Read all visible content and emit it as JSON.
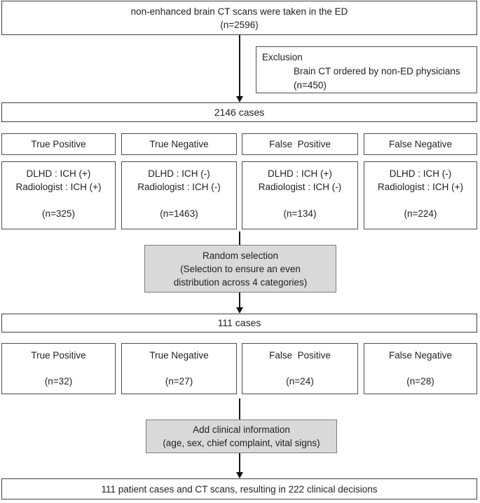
{
  "diagram": {
    "top_box": {
      "line1": "non-enhanced brain CT scans were taken in the ED",
      "line2": "(n=2596)"
    },
    "exclusion_box": {
      "title": "Exclusion",
      "reason": "Brain CT ordered by non-ED physicians",
      "n": "(n=450)"
    },
    "cases_all": "2146 cases",
    "row1": [
      {
        "label": "True Positive",
        "line1": "DLHD : ICH (+)",
        "line2": "Radiologist : ICH (+)",
        "n": "(n=325)"
      },
      {
        "label": "True Negative",
        "line1": "DLHD : ICH (-)",
        "line2": "Radiologist : ICH (-)",
        "n": "(n=1463)"
      },
      {
        "label": "False  Positive",
        "line1": "DLHD : ICH (+)",
        "line2": "Radiologist : ICH (-)",
        "n": "(n=134)"
      },
      {
        "label": "False Negative",
        "line1": "DLHD : ICH (-)",
        "line2": "Radiologist : ICH (+)",
        "n": "(n=224)"
      }
    ],
    "random_selection": {
      "line1": "Random selection",
      "line2": "(Selection to ensure an even",
      "line3": "distribution across 4 categories)"
    },
    "cases_selected": "111 cases",
    "row2": [
      {
        "label": "True Positive",
        "n": "(n=32)"
      },
      {
        "label": "True Negative",
        "n": "(n=27)"
      },
      {
        "label": "False  Positive",
        "n": "(n=24)"
      },
      {
        "label": "False Negative",
        "n": "(n=28)"
      }
    ],
    "add_clinical": {
      "line1": "Add clinical information",
      "line2": "(age, sex, chief complaint, vital signs)"
    },
    "final_box": "111 patient cases and CT scans, resulting in 222 clinical decisions",
    "colors": {
      "box_fill": "#ffffff",
      "box_border": "#4d4d4d",
      "process_fill": "#d9d9d9",
      "process_border": "#7f7f7f",
      "text": "#1f1f1f",
      "arrow": "#111111"
    }
  }
}
